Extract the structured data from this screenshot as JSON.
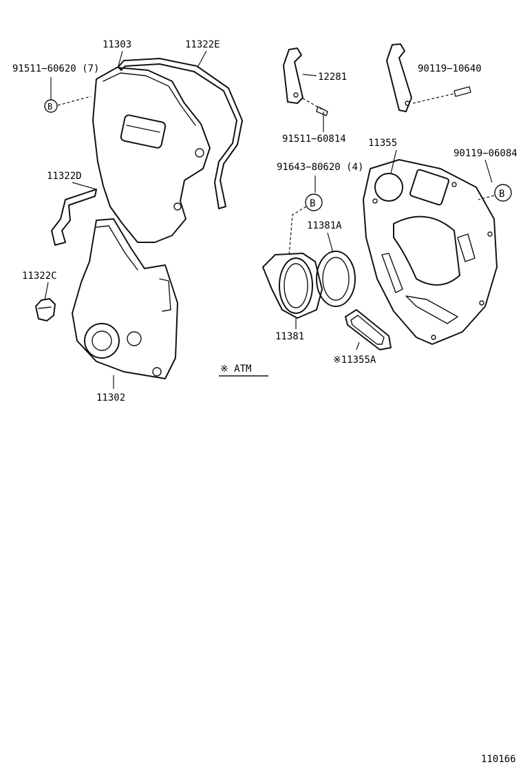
{
  "labels": {
    "p11303": "11303",
    "p11322E": "11322E",
    "p91511_60620": "91511−60620 (7)",
    "p12281": "12281",
    "p90119_10640": "90119−10640",
    "p91511_60814": "91511−60814",
    "p11355": "11355",
    "p90119_06084": "90119−06084",
    "p11322D": "11322D",
    "p91643_80620": "91643−80620 (4)",
    "p11381A": "11381A",
    "p11322C": "11322C",
    "p11381": "11381",
    "p11355A": "※11355A",
    "p11302": "11302",
    "atm_note": "※ ATM",
    "figure_id": "110166"
  },
  "callouts": {
    "b_left": "B",
    "b_mid": "B",
    "b_right": "B"
  }
}
